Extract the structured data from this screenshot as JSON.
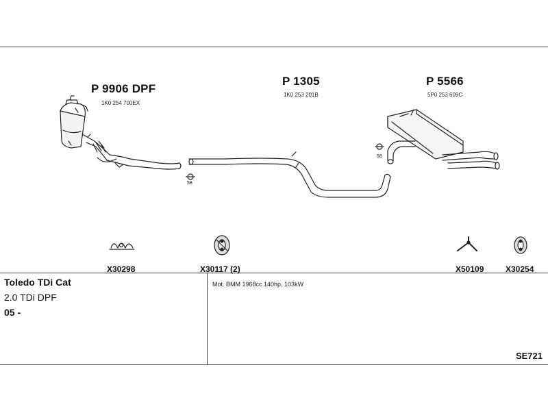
{
  "parts": {
    "dpf": {
      "code": "P 9906 DPF",
      "ref": "1K0 254 700EX"
    },
    "middle": {
      "code": "P 1305",
      "ref": "1K0 253 201B"
    },
    "rear": {
      "code": "P 5566",
      "ref": "5P0 253 609C"
    }
  },
  "hanger_callouts": {
    "left": "58",
    "right": "58"
  },
  "accessories": [
    {
      "code": "X30298",
      "icon": "clamp-icon"
    },
    {
      "code": "X30117 (2)",
      "icon": "rubber-hanger-icon"
    },
    {
      "code": "X50109",
      "icon": "bracket-icon"
    },
    {
      "code": "X30254",
      "icon": "ring-mount-icon"
    }
  ],
  "vehicle": {
    "model": "Toledo TDi Cat",
    "engine": "2.0 TDi DPF",
    "year": "05 -",
    "motor": "Mot. BMM 1968cc 140hp, 103kW"
  },
  "system_code": "SE721"
}
